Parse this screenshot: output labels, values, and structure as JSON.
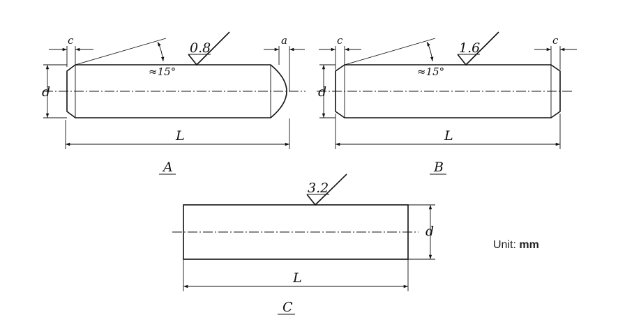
{
  "views": [
    {
      "id": "A",
      "caption": "A",
      "roughness": "0.8",
      "angle": "≈15°",
      "dim_d": "d",
      "dim_L": "L",
      "dim_left": "c",
      "dim_right": "a"
    },
    {
      "id": "B",
      "caption": "B",
      "roughness": "1.6",
      "angle": "≈15°",
      "dim_d": "d",
      "dim_L": "L",
      "dim_left": "c",
      "dim_right": "c"
    },
    {
      "id": "C",
      "caption": "C",
      "roughness": "3.2",
      "dim_d": "d",
      "dim_L": "L"
    }
  ],
  "unit": {
    "label": "Unit:",
    "value": "mm"
  },
  "colors": {
    "line": "#111111",
    "background": "#ffffff"
  }
}
